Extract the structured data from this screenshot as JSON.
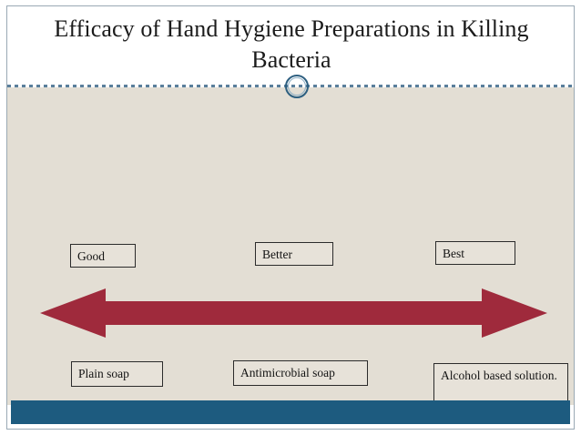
{
  "slide": {
    "title": "Efficacy of Hand Hygiene Preparations in Killing Bacteria",
    "colors": {
      "background_body": "#e3ded4",
      "background_title": "#ffffff",
      "footer_bar": "#1d5b7f",
      "divider_dash": "#5a7f9c",
      "ornament_ring": "#2d5f80",
      "arrow": "#9f2a3c",
      "label_border": "#2b2b2b",
      "label_fill": "#e7e2d9",
      "title_text": "#1b1b1b"
    },
    "ornament": {
      "name": "circle-ornament"
    },
    "divider": {
      "style": "dashed"
    },
    "diagram": {
      "arrow": {
        "type": "double-headed-horizontal-arrow",
        "direction": "both",
        "color": "#9f2a3c"
      },
      "rating_labels": [
        {
          "id": "good",
          "text": "Good"
        },
        {
          "id": "better",
          "text": "Better"
        },
        {
          "id": "best",
          "text": "Best"
        }
      ],
      "product_labels": [
        {
          "id": "plain-soap",
          "text": "Plain soap"
        },
        {
          "id": "antimicrobial-soap",
          "text": "Antimicrobial soap"
        },
        {
          "id": "alcohol-solution",
          "text": "Alcohol based solution."
        }
      ]
    }
  }
}
